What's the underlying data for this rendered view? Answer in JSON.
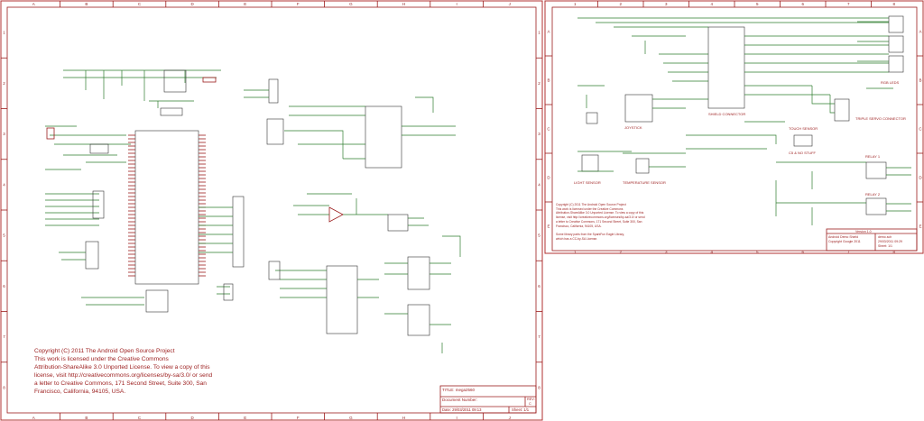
{
  "left_sheet": {
    "border_cols": [
      "A",
      "B",
      "C",
      "D",
      "E",
      "F",
      "G",
      "H",
      "I",
      "J"
    ],
    "border_rows": [
      "1",
      "2",
      "3",
      "4",
      "5",
      "6",
      "7",
      "8"
    ],
    "license_text": "Copyright (C) 2011 The Android Open Source Project\nThis work is licensed under the Creative Commons\nAttribution-ShareAlike 3.0 Unported License. To view a copy of this\nlicense, visit http://creativecommons.org/licenses/by-sa/3.0/ or send\na letter to Creative Commons, 171 Second Street, Suite 300, San\nFrancisco, California, 94105, USA.",
    "title_block": {
      "title": "TITLE:   mega2560",
      "document": "Document Number:",
      "rev_label": "REV:",
      "rev_value": "C",
      "date": "Date: 29/03/2011 09:13",
      "sheet": "Sheet: 1/1"
    }
  },
  "right_sheet": {
    "border_cols": [
      "1",
      "2",
      "3",
      "4",
      "5",
      "6",
      "7",
      "8"
    ],
    "border_rows": [
      "A",
      "B",
      "C",
      "D",
      "E"
    ],
    "labels": {
      "rgb_leds": "RGB LEDS",
      "shield_connector": "SHIELD CONNECTOR",
      "joystick": "JOYSTICK",
      "triple_servo": "TRIPLE SERVO CONNECTOR",
      "touch_sensor": "TOUCH SENSOR",
      "c5_no_stuff": "C5 & NO STUFF",
      "light_sensor": "LIGHT SENSOR",
      "temperature_sensor": "TEMPERATURE SENSOR",
      "relay1": "RELAY 1",
      "relay2": "RELAY 2"
    },
    "license_text": "Copyright (C) 2011 The Android Open Source Project\nThis work is licensed under the Creative Commons\nAttribution-ShareAlike 3.0 Unported License. To view a copy of this\nlicense, visit http://creativecommons.org/licenses/by-sa/3.0/ or send\na letter to Creative Commons, 171 Second Street, Suite 300, San\nFrancisco, California, 94105, USA.\n\nSome library parts from the SparkFun Eagle Library,\nwhich has a CC-by-SA License.",
    "title_block": {
      "version": "Version 1.0",
      "name": "Android Demo Shield",
      "copyright": "Copyright Google 2011",
      "file": "demo.sch",
      "date": "29/03/2011 09:29",
      "sheet": "Sheet: 1/1"
    }
  }
}
